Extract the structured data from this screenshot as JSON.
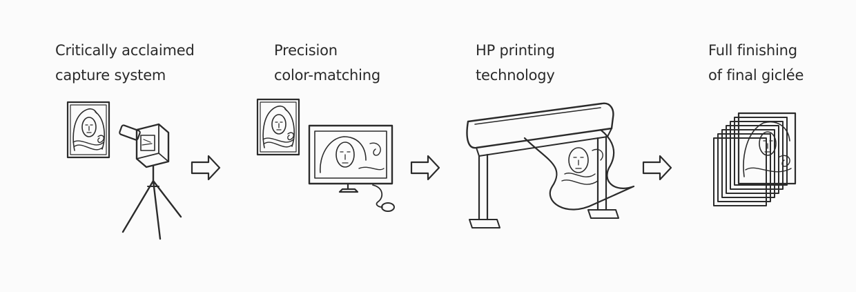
{
  "steps": [
    {
      "line1": "Critically acclaimed",
      "line2": "capture system",
      "icon": "camera-icon"
    },
    {
      "line1": "Precision",
      "line2": "color-matching",
      "icon": "monitor-icon"
    },
    {
      "line1": "HP printing",
      "line2": "technology",
      "icon": "printer-icon"
    },
    {
      "line1": "Full finishing",
      "line2": "of final giclée",
      "icon": "print-stack-icon"
    }
  ],
  "arrows": [
    "arrow-right-icon",
    "arrow-right-icon",
    "arrow-right-icon"
  ]
}
